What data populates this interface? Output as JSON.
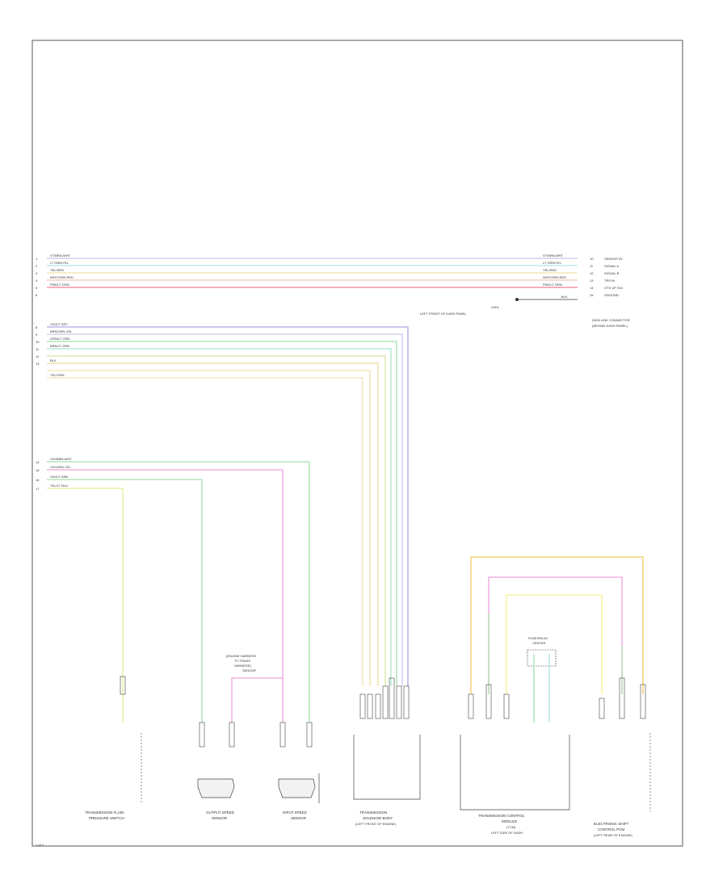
{
  "page_label": "1 of 2",
  "colors": {
    "violet_whi": "#c8c8f0",
    "lt_green_whi": "#a8e6e6",
    "yellow_bk": "#f2e0a8",
    "yel_red": "#f4c4b4",
    "pink_whi": "#f07c98",
    "blue_ground": "#a8a8e8",
    "green": "#a8e0a8",
    "tan": "#f0d8a0",
    "pink": "#f0a0e0",
    "yellow": "#f4f090",
    "orange": "#f4c860"
  },
  "connector_top": {
    "left_pins": [
      "1",
      "2",
      "3",
      "4",
      "5",
      "6"
    ],
    "right_pins": [
      "10",
      "11",
      "12",
      "13",
      "14",
      "15"
    ],
    "right_functions": [
      "SENSOR 5V",
      "SIGNAL A",
      "SIGNAL B",
      "TRS IN",
      "OTS UP SIG",
      "GROUND"
    ],
    "component": "DATA LINK CONNECTOR",
    "component_sub": "(BEHIND DASH PANEL)",
    "ground_label": "G301",
    "ground_sub": "LEFT FRONT OF DASH PANEL"
  },
  "wire_colors_top": [
    "VT/BRN-WHT",
    "LT GRN/YEL",
    "YEL/RED",
    "WHT/GRN-RED",
    "PNK/LT GRN",
    "BLK"
  ],
  "harness2": {
    "pins": [
      "8",
      "9",
      "10",
      "11",
      "12",
      "13"
    ],
    "colors": [
      "VIO/LT GRY",
      "BRN/GRN-YEL",
      "GRN/LT GRN",
      "BRN/LT GRN",
      "BLK",
      "YEL/GRN"
    ]
  },
  "harness3": {
    "pins": [
      "14",
      "15",
      "16",
      "17"
    ],
    "colors": [
      "VIO/BRN-WHT",
      "VIO/GRN-YEL",
      "VIO/LT GRN",
      "YEL/LT BLU"
    ]
  },
  "components": {
    "pressure_switch": [
      "TRANSMISSION FLUID",
      "PRESSURE SWITCH"
    ],
    "output_sensor": [
      "OUTPUT SPEED",
      "SENSOR"
    ],
    "input_sensor": [
      "INPUT SPEED",
      "SENSOR"
    ],
    "ident_sensor": [
      "(ENGINE HARNESS",
      "TO TRANS",
      "HARNESS)",
      "SENSOR"
    ],
    "solenoid_body": [
      "TRANSMISSION",
      "SOLENOID BODY",
      "(LEFT FRONT OF ENGINE)"
    ],
    "tcm": [
      "TRANSMISSION CONTROL",
      "MODULE",
      "(TCM)",
      "LEFT SIDE OF DASH"
    ],
    "tcm_fuse": [
      "FUSE/RELAY",
      "CENTER"
    ],
    "epac": [
      "ELECTRONIC SHIFT",
      "CONTROL PCM",
      "(LEFT REAR OF ENGINE)"
    ]
  }
}
